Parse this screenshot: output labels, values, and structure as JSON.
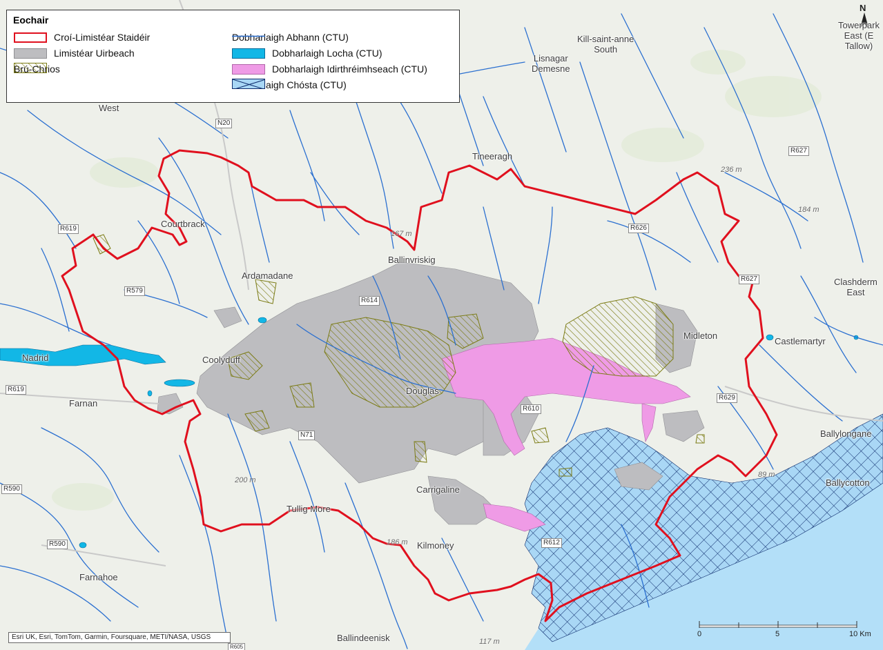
{
  "legend": {
    "title": "Eochair",
    "items": [
      {
        "label": "Croí-Limistéar Staidéir",
        "symbol": "study-area-boundary-symbol"
      },
      {
        "label": "Limistéar Uirbeach",
        "symbol": "urban-area-symbol"
      },
      {
        "label": "Brú-Chrios",
        "symbol": "pressure-zone-symbol"
      },
      {
        "label": "Dobharlaigh Abhann (CTU)",
        "symbol": "river-waterbody-symbol"
      },
      {
        "label": "Dobharlaigh Locha (CTU)",
        "symbol": "lake-waterbody-symbol"
      },
      {
        "label": "Dobharlaigh Idirthréimhseach (CTU)",
        "symbol": "transitional-waterbody-symbol"
      },
      {
        "label": "Dobharlaigh Chósta (CTU)",
        "symbol": "coastal-waterbody-symbol"
      }
    ]
  },
  "colors": {
    "study_boundary": "#e0101e",
    "urban": "#bdbdc0",
    "pressure_zone": "#8a8a1c",
    "river": "#2a6fd0",
    "lake": "#12b7e6",
    "transitional": "#ef9be6",
    "coastal": "#a9d7f5",
    "sea": "#b3dff8",
    "land": "#eef0ea"
  },
  "places": [
    {
      "name": "Kill-saint-anne\nSouth"
    },
    {
      "name": "Lisnagar\nDemesne"
    },
    {
      "name": "Towerpark\nEast (E\nTallow)"
    },
    {
      "name": "West"
    },
    {
      "name": "Tineeragh"
    },
    {
      "name": "Courtbrack"
    },
    {
      "name": "Ardamadane"
    },
    {
      "name": "Ballinvriskig"
    },
    {
      "name": "Clashderm\nEast"
    },
    {
      "name": "Castlemartyr"
    },
    {
      "name": "Nadrid"
    },
    {
      "name": "Coolyduff"
    },
    {
      "name": "Midleton"
    },
    {
      "name": "Farnan"
    },
    {
      "name": "Douglas"
    },
    {
      "name": "Ballylongane"
    },
    {
      "name": "Ballycotton"
    },
    {
      "name": "Carrigaline"
    },
    {
      "name": "Tullig More"
    },
    {
      "name": "Kilmoney"
    },
    {
      "name": "Farnahoe"
    },
    {
      "name": "Ballindeenisk"
    }
  ],
  "elevations": [
    "236 m",
    "184 m",
    "167 m",
    "200 m",
    "89 m",
    "186 m",
    "117 m"
  ],
  "roads": [
    "N20",
    "R627",
    "R626",
    "R627",
    "R619",
    "R579",
    "R614",
    "R619",
    "R629",
    "R610",
    "N71",
    "R590",
    "R590",
    "R612",
    "R605"
  ],
  "attribution": "Esri UK, Esri, TomTom, Garmin, Foursquare, METI/NASA, USGS",
  "scale_bar": {
    "ticks": [
      "0",
      "5",
      "10 Km"
    ]
  },
  "north_arrow": "N"
}
